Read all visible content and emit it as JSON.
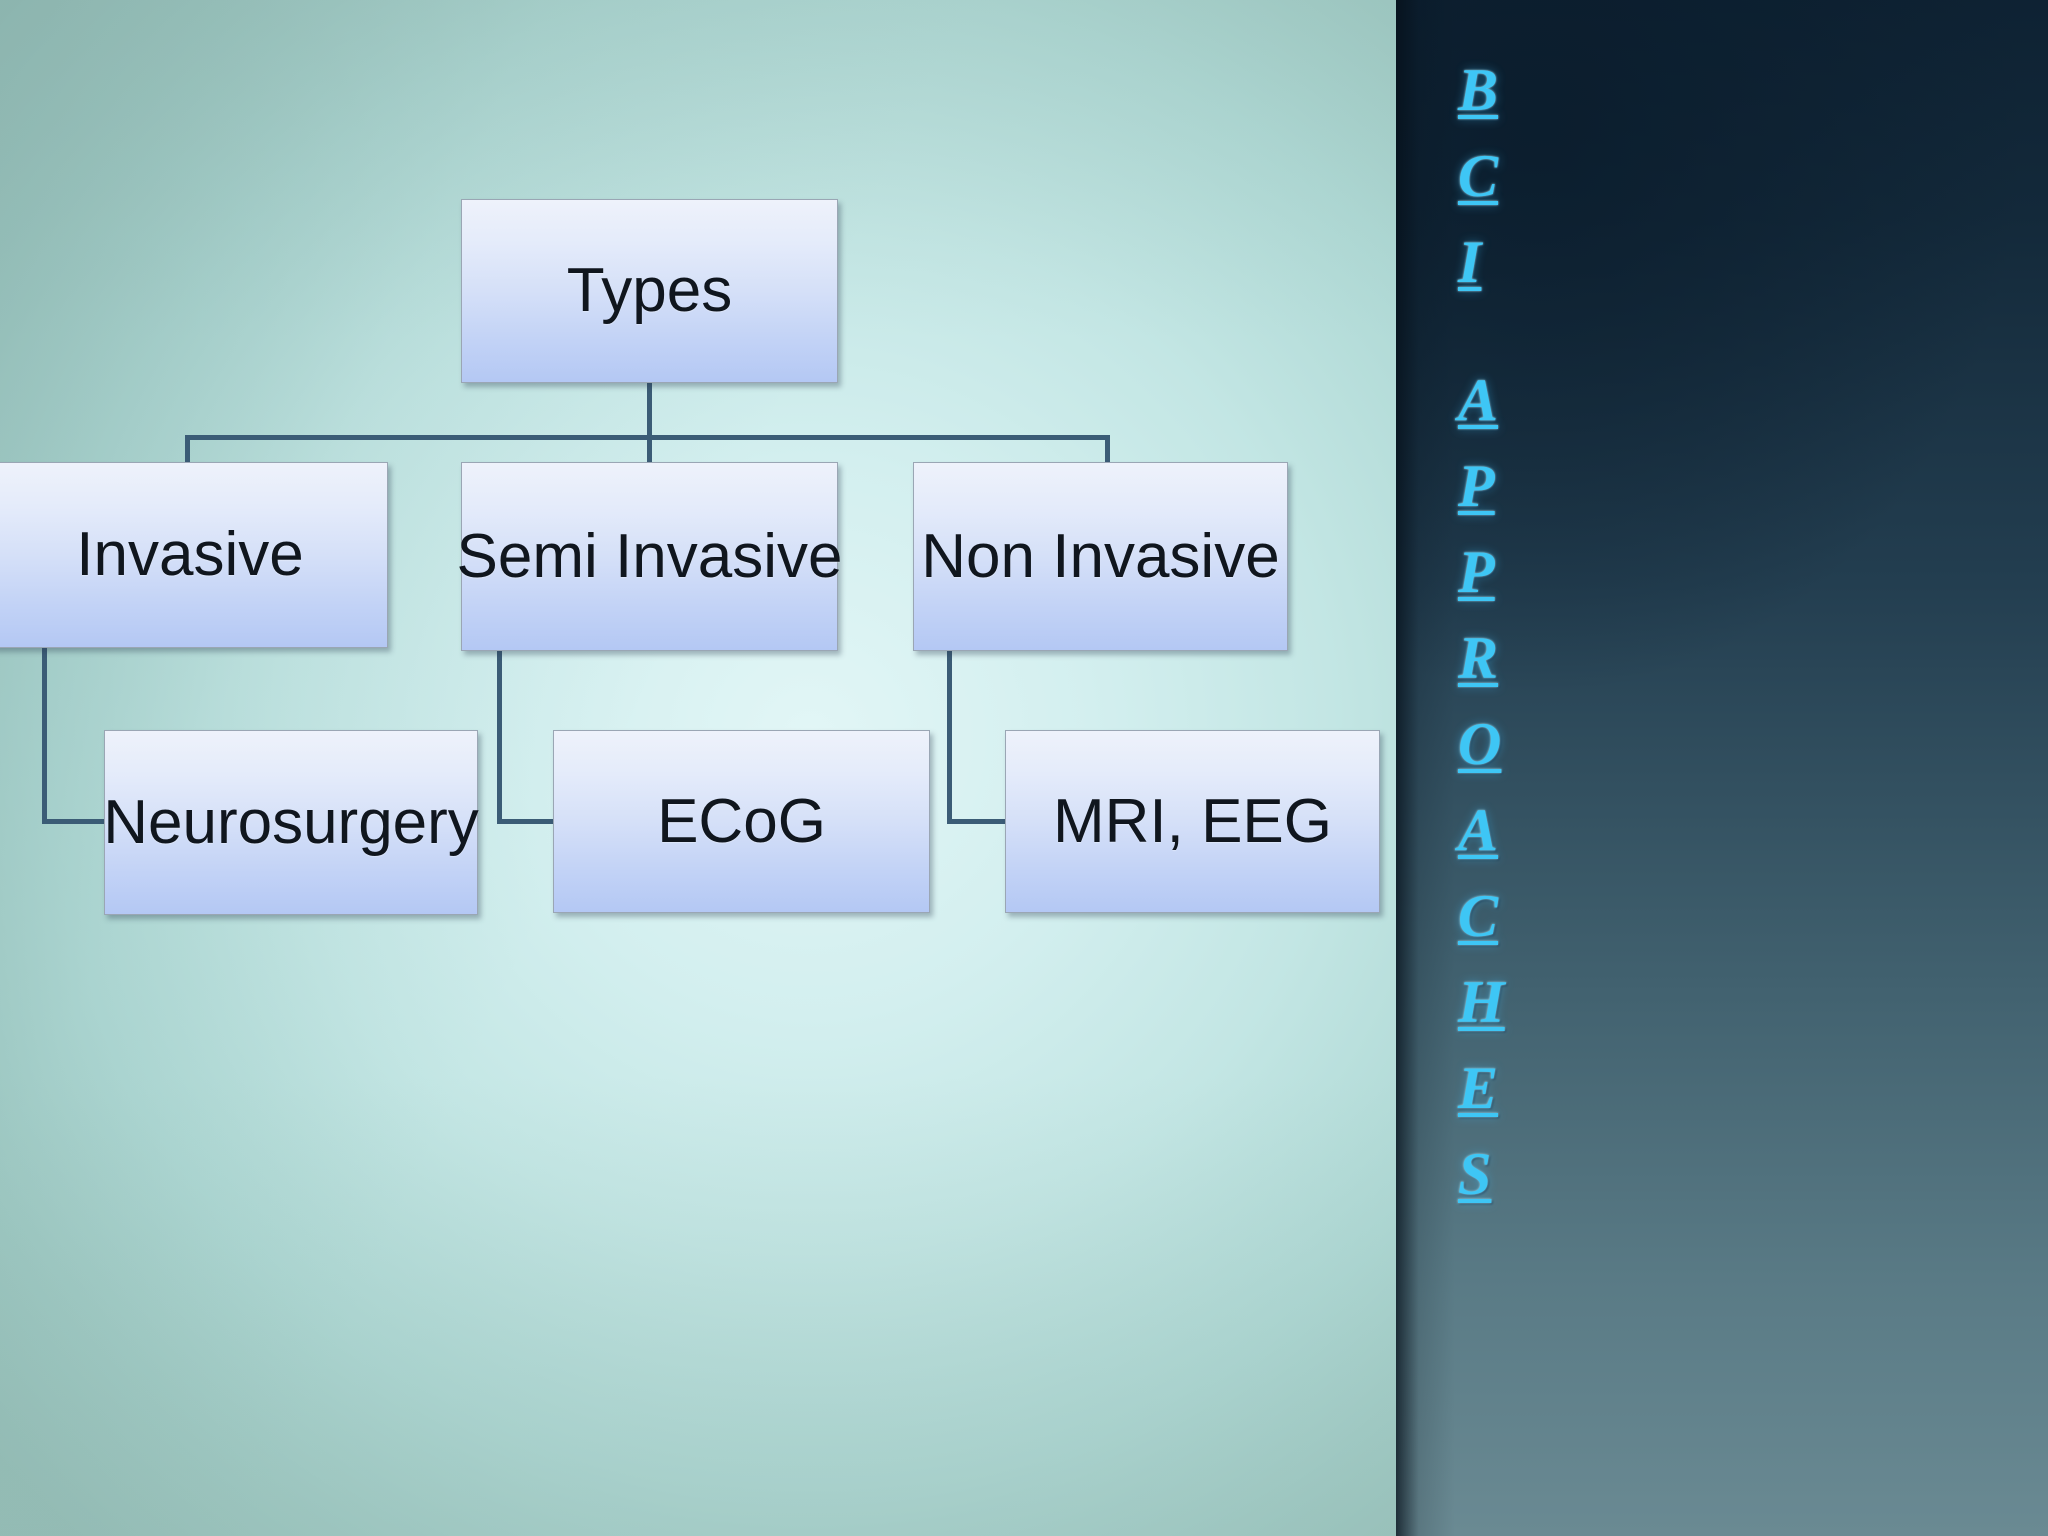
{
  "slide": {
    "title": "Types",
    "background_color": "#c3e6e4",
    "accent_color": "#3ec6f5",
    "connector_color": "#3b5c76",
    "node_fill_top": "#eef2fb",
    "node_fill_bottom": "#b4c8f4"
  },
  "sidebar": {
    "text": "BCI APPROACHES",
    "group_one": [
      "B",
      "C",
      "I"
    ],
    "group_two": [
      "A",
      "P",
      "P",
      "R",
      "O",
      "A",
      "C",
      "H",
      "E",
      "S"
    ]
  },
  "chart_data": {
    "type": "diagram",
    "diagram_kind": "hierarchy-tree",
    "title": "Types",
    "root": {
      "label": "Types"
    },
    "level_two": [
      {
        "label": "Invasive"
      },
      {
        "label": "Semi Invasive"
      },
      {
        "label": "Non Invasive"
      }
    ],
    "level_three": [
      {
        "label": "Neurosurgery",
        "parent": "Invasive"
      },
      {
        "label": "ECoG",
        "parent": "Semi Invasive"
      },
      {
        "label": "MRI, EEG",
        "parent": "Non Invasive"
      }
    ],
    "edges": [
      {
        "from": "Types",
        "to": "Invasive"
      },
      {
        "from": "Types",
        "to": "Semi Invasive"
      },
      {
        "from": "Types",
        "to": "Non Invasive"
      },
      {
        "from": "Invasive",
        "to": "Neurosurgery"
      },
      {
        "from": "Semi Invasive",
        "to": "ECoG"
      },
      {
        "from": "Non Invasive",
        "to": "MRI, EEG"
      }
    ]
  }
}
